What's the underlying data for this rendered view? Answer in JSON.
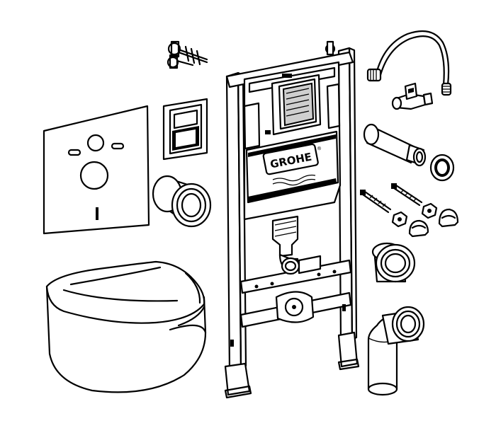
{
  "brand": {
    "logo_text": "GROHE",
    "registered_mark": "®"
  },
  "colors": {
    "line": "#000000",
    "background": "#ffffff",
    "shade": "#cfcfcf"
  },
  "parts": [
    "wall-hung-toilet",
    "soundproofing-mat",
    "flush-plate",
    "flush-pipe-connector",
    "installation-frame",
    "cistern",
    "wall-anchor-bolts",
    "water-supply-hose",
    "angle-valve",
    "flush-pipe",
    "rubber-seal-ring",
    "threaded-rods",
    "nuts-and-caps",
    "connection-sleeve",
    "90-degree-drain-elbow"
  ]
}
